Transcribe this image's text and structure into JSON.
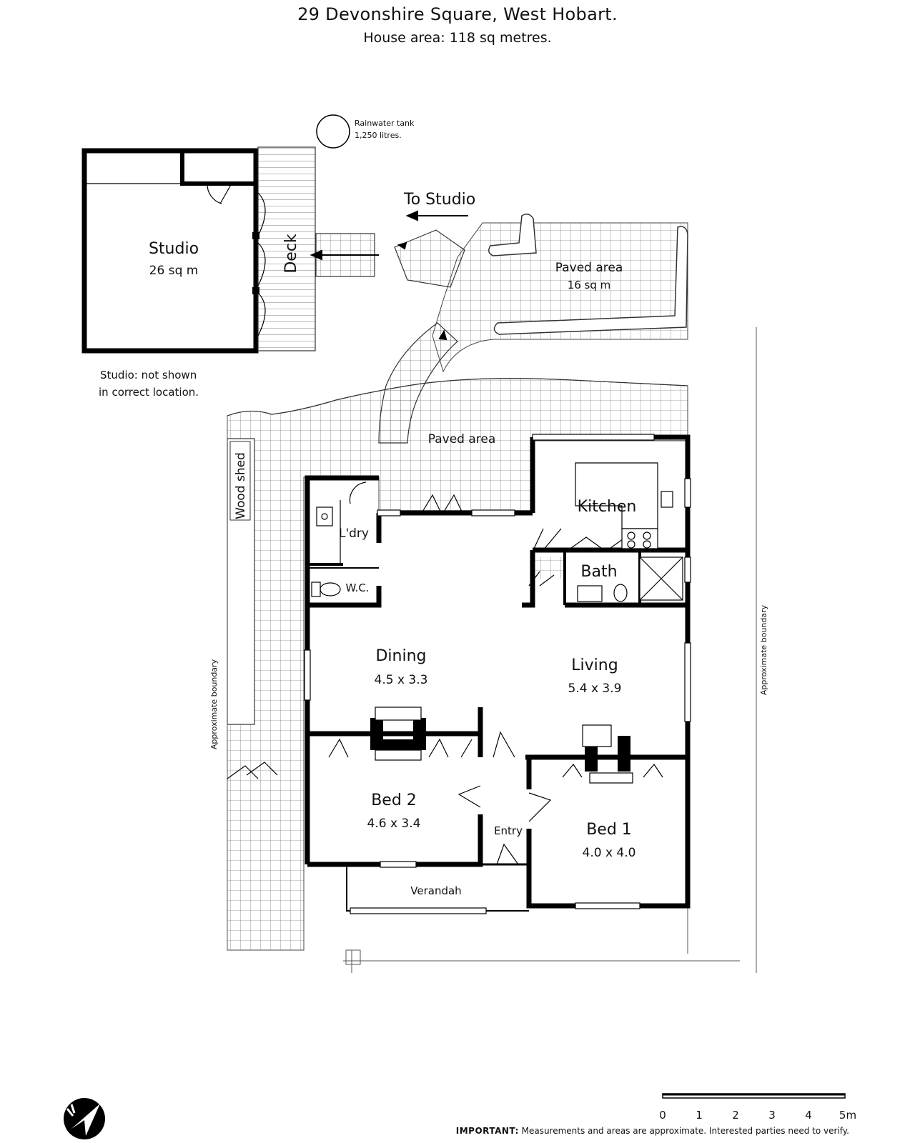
{
  "header": {
    "title": "29 Devonshire Square, West Hobart.",
    "subtitle": "House area: 118 sq metres."
  },
  "rooms": {
    "studio": {
      "label": "Studio",
      "area": "26 sq m"
    },
    "deck": {
      "label": "Deck"
    },
    "paved_upper": {
      "label": "Paved area",
      "area": "16 sq m"
    },
    "paved_lower": {
      "label": "Paved area"
    },
    "kitchen": {
      "label": "Kitchen"
    },
    "laundry": {
      "label": "L'dry"
    },
    "wc": {
      "label": "W.C."
    },
    "bath": {
      "label": "Bath"
    },
    "dining": {
      "label": "Dining",
      "size": "4.5 x 3.3"
    },
    "living": {
      "label": "Living",
      "size": "5.4 x 3.9"
    },
    "bed2": {
      "label": "Bed 2",
      "size": "4.6 x 3.4"
    },
    "bed1": {
      "label": "Bed 1",
      "size": "4.0 x 4.0"
    },
    "entry": {
      "label": "Entry"
    },
    "verandah": {
      "label": "Verandah"
    },
    "woodshed": {
      "label": "Wood shed"
    }
  },
  "annotations": {
    "tank_line1": "Rainwater tank",
    "tank_line2": "1,250 litres.",
    "to_studio": "To Studio",
    "studio_note_line1": "Studio: not shown",
    "studio_note_line2": "in correct location.",
    "boundary_left": "Approximate boundary",
    "boundary_right": "Approximate boundary"
  },
  "scale": {
    "ticks": [
      "0",
      "1",
      "2",
      "3",
      "4",
      "5m"
    ]
  },
  "footer": {
    "important_label": "IMPORTANT:",
    "important_text": " Measurements and areas are approximate. Interested parties need to verify."
  },
  "icons": {
    "compass": "north-arrow-icon"
  }
}
